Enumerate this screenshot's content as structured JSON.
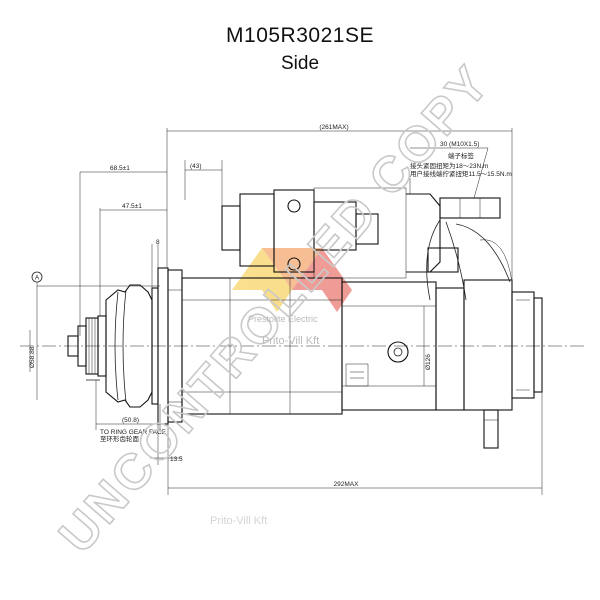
{
  "header": {
    "title": "M105R3021SE",
    "subtitle": "Side"
  },
  "dimensions": {
    "overall_top": "(261MAX)",
    "overall_bottom": "292MAX",
    "d_68_5": "68.5±1",
    "d_47_5": "47.5±1",
    "d_43": "(43)",
    "d_8": "8",
    "d_50_8": "(50.8)",
    "d_13_5": "13.5",
    "d_dia_left": "Ø58.88",
    "d_dia_right": "Ø126",
    "thread": "30 (M10X1.5)"
  },
  "annotations": {
    "datum": "A",
    "flange_note_1": "TO RING GEAR FACE",
    "flange_note_2": "至环形齿轮面",
    "terminal_note_title": "端子标签",
    "terminal_note_1": "接头紧固扭矩为18～23N.m",
    "terminal_note_2": "用户接线端拧紧扭矩11.5～15.5N.m"
  },
  "watermark": {
    "text": "UNCONTROLLED COPY",
    "brand": "Prestolite Electric",
    "sub": "Prito-Vill Kft",
    "colors": {
      "red": "#e34a42",
      "yellow": "#f5c431",
      "orange": "#f08a3a"
    }
  }
}
